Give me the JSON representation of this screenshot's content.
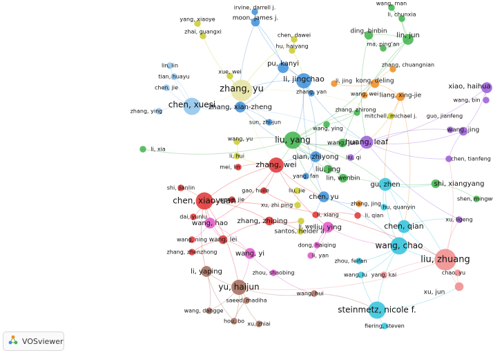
{
  "app": {
    "brand": "VOSviewer"
  },
  "network": {
    "clusters": {
      "red": "#e03131",
      "green": "#40b34a",
      "blue": "#3e8fd8",
      "yellow": "#c9cc2e",
      "purple": "#9a5bd6",
      "cyan": "#2fc2db",
      "orange": "#f08c1f",
      "brown": "#a26a58",
      "pink": "#e055c8",
      "salmon": "#f08a8a",
      "lightblue": "#8ec3ea",
      "lightyellow": "#e6e3a0"
    },
    "nodes": [
      {
        "label": "wang, man",
        "cluster": "green",
        "weight": 1
      },
      {
        "label": "li, chunxia",
        "cluster": "green",
        "weight": 1
      },
      {
        "label": "irvine, darrell j.",
        "cluster": "blue",
        "weight": 1
      },
      {
        "label": "yang, xiaoye",
        "cluster": "yellow",
        "weight": 1
      },
      {
        "label": "moon, james j.",
        "cluster": "blue",
        "weight": 2
      },
      {
        "label": "zhai, guangxi",
        "cluster": "yellow",
        "weight": 1
      },
      {
        "label": "chen, dawei",
        "cluster": "yellow",
        "weight": 1
      },
      {
        "label": "ding, binbin",
        "cluster": "green",
        "weight": 2
      },
      {
        "label": "lin, jun",
        "cluster": "green",
        "weight": 3
      },
      {
        "label": "hu, haiyang",
        "cluster": "yellow",
        "weight": 1
      },
      {
        "label": "ma, ping'an",
        "cluster": "green",
        "weight": 1
      },
      {
        "label": "zhang, chuangnian",
        "cluster": "orange",
        "weight": 1
      },
      {
        "label": "lin, lin",
        "cluster": "lightblue",
        "weight": 1
      },
      {
        "label": "tian, huayu",
        "cluster": "lightblue",
        "weight": 1
      },
      {
        "label": "xue, wei",
        "cluster": "yellow",
        "weight": 1
      },
      {
        "label": "pu, kanyi",
        "cluster": "blue",
        "weight": 3
      },
      {
        "label": "li, jingchao",
        "cluster": "blue",
        "weight": 5
      },
      {
        "label": "li, jing",
        "cluster": "orange",
        "weight": 1
      },
      {
        "label": "kong, deling",
        "cluster": "orange",
        "weight": 2
      },
      {
        "label": "xiao, haihua",
        "cluster": "purple",
        "weight": 3
      },
      {
        "label": "chen, jie",
        "cluster": "lightblue",
        "weight": 1
      },
      {
        "label": "zhang, yu",
        "cluster": "lightyellow",
        "weight": 8
      },
      {
        "label": "zhang, yan",
        "cluster": "blue",
        "weight": 1
      },
      {
        "label": "wang, wei",
        "cluster": "orange",
        "weight": 1
      },
      {
        "label": "liang, xing-jie",
        "cluster": "orange",
        "weight": 2
      },
      {
        "label": "wang, bin",
        "cluster": "purple",
        "weight": 1
      },
      {
        "label": "chen, xuesi",
        "cluster": "lightblue",
        "weight": 6
      },
      {
        "label": "zhang, xian-zheng",
        "cluster": "blue",
        "weight": 3
      },
      {
        "label": "zhang, zhirong",
        "cluster": "green",
        "weight": 1
      },
      {
        "label": "zhang, ying",
        "cluster": "lightblue",
        "weight": 1
      },
      {
        "label": "mitchell, michael j.",
        "cluster": "yellow",
        "weight": 1
      },
      {
        "label": "sun, zhi-jun",
        "cluster": "blue",
        "weight": 1
      },
      {
        "label": "wang, ying",
        "cluster": "green",
        "weight": 1
      },
      {
        "label": "guo, jianfeng",
        "cluster": "purple",
        "weight": 1
      },
      {
        "label": "wang, jing",
        "cluster": "purple",
        "weight": 2
      },
      {
        "label": "wang, yu",
        "cluster": "yellow",
        "weight": 1
      },
      {
        "label": "liu, yang",
        "cluster": "green",
        "weight": 6
      },
      {
        "label": "wang, jun",
        "cluster": "green",
        "weight": 2
      },
      {
        "label": "huang, leaf",
        "cluster": "purple",
        "weight": 4
      },
      {
        "label": "li, xia",
        "cluster": "green",
        "weight": 1
      },
      {
        "label": "li, hui",
        "cluster": "yellow",
        "weight": 1
      },
      {
        "label": "qian, zhiyong",
        "cluster": "blue",
        "weight": 3
      },
      {
        "label": "liu, qi",
        "cluster": "purple",
        "weight": 1
      },
      {
        "label": "chen, tianfeng",
        "cluster": "purple",
        "weight": 1
      },
      {
        "label": "mei, lin",
        "cluster": "red",
        "weight": 1
      },
      {
        "label": "zhang, wei",
        "cluster": "red",
        "weight": 5
      },
      {
        "label": "liu, jing",
        "cluster": "green",
        "weight": 2
      },
      {
        "label": "yang, fan",
        "cluster": "blue",
        "weight": 1
      },
      {
        "label": "lin, wenbin",
        "cluster": "green",
        "weight": 2
      },
      {
        "label": "gu, zhen",
        "cluster": "cyan",
        "weight": 4
      },
      {
        "label": "shi, xiangyang",
        "cluster": "green",
        "weight": 2
      },
      {
        "label": "shi, jianlin",
        "cluster": "red",
        "weight": 1
      },
      {
        "label": "gao, huile",
        "cluster": "red",
        "weight": 1
      },
      {
        "label": "liu, jie",
        "cluster": "yellow",
        "weight": 1
      },
      {
        "label": "chen, xiaoyuan",
        "cluster": "red",
        "weight": 6
      },
      {
        "label": "wang, jie",
        "cluster": "red",
        "weight": 1
      },
      {
        "label": "xu, zhi ping",
        "cluster": "yellow",
        "weight": 1
      },
      {
        "label": "chen, yu",
        "cluster": "blue",
        "weight": 3
      },
      {
        "label": "zhang, jing",
        "cluster": "orange",
        "weight": 1
      },
      {
        "label": "hu, quanyin",
        "cluster": "cyan",
        "weight": 1
      },
      {
        "label": "shen, mingwu",
        "cluster": "green",
        "weight": 1
      },
      {
        "label": "dai, yunlu",
        "cluster": "red",
        "weight": 1
      },
      {
        "label": "li, xiang",
        "cluster": "red",
        "weight": 1
      },
      {
        "label": "li, qian",
        "cluster": "red",
        "weight": 1
      },
      {
        "label": "zhang, zhiping",
        "cluster": "red",
        "weight": 2
      },
      {
        "label": "li, wei",
        "cluster": "yellow",
        "weight": 1
      },
      {
        "label": "xu, ligeng",
        "cluster": "purple",
        "weight": 1
      },
      {
        "label": "wang, hao",
        "cluster": "pink",
        "weight": 3
      },
      {
        "label": "liu, ying",
        "cluster": "pink",
        "weight": 3
      },
      {
        "label": "chen, qian",
        "cluster": "cyan",
        "weight": 4
      },
      {
        "label": "santos, helder a.",
        "cluster": "yellow",
        "weight": 1
      },
      {
        "label": "wang, ning",
        "cluster": "red",
        "weight": 1
      },
      {
        "label": "wang, lei",
        "cluster": "red",
        "weight": 2
      },
      {
        "label": "dong, haiqing",
        "cluster": "pink",
        "weight": 1
      },
      {
        "label": "zhang, zhenzhong",
        "cluster": "red",
        "weight": 1
      },
      {
        "label": "wang, chao",
        "cluster": "cyan",
        "weight": 6
      },
      {
        "label": "wang, yi",
        "cluster": "pink",
        "weight": 3
      },
      {
        "label": "li, yan",
        "cluster": "pink",
        "weight": 1
      },
      {
        "label": "zhou, feifan",
        "cluster": "cyan",
        "weight": 1
      },
      {
        "label": "liu, zhuang",
        "cluster": "salmon",
        "weight": 8
      },
      {
        "label": "li, yaping",
        "cluster": "brown",
        "weight": 3
      },
      {
        "label": "zhou, shaobing",
        "cluster": "pink",
        "weight": 1
      },
      {
        "label": "wang, lu",
        "cluster": "cyan",
        "weight": 1
      },
      {
        "label": "yang, kai",
        "cluster": "salmon",
        "weight": 1
      },
      {
        "label": "chao, yu",
        "cluster": "salmon",
        "weight": 1
      },
      {
        "label": "yu, haijun",
        "cluster": "brown",
        "weight": 5
      },
      {
        "label": "xu, jun",
        "cluster": "salmon",
        "weight": 2
      },
      {
        "label": "saeed, madiha",
        "cluster": "brown",
        "weight": 1
      },
      {
        "label": "wang, hui",
        "cluster": "brown",
        "weight": 1
      },
      {
        "label": "steinmetz, nicole f.",
        "cluster": "cyan",
        "weight": 6
      },
      {
        "label": "wang, dangge",
        "cluster": "brown",
        "weight": 1
      },
      {
        "label": "hou, bo",
        "cluster": "brown",
        "weight": 1
      },
      {
        "label": "xu, zhiai",
        "cluster": "brown",
        "weight": 1
      },
      {
        "label": "fiering, steven",
        "cluster": "cyan",
        "weight": 1
      }
    ],
    "links": [
      [
        "wang, man",
        "li, chunxia"
      ],
      [
        "wang, man",
        "lin, jun"
      ],
      [
        "li, chunxia",
        "lin, jun"
      ],
      [
        "ding, binbin",
        "lin, jun"
      ],
      [
        "ding, binbin",
        "ma, ping'an"
      ],
      [
        "lin, jun",
        "ma, ping'an"
      ],
      [
        "ding, binbin",
        "huang, leaf"
      ],
      [
        "lin, jun",
        "liu, yang"
      ],
      [
        "lin, jun",
        "wang, jun"
      ],
      [
        "irvine, darrell j.",
        "moon, james j."
      ],
      [
        "moon, james j.",
        "li, jingchao"
      ],
      [
        "moon, james j.",
        "pu, kanyi"
      ],
      [
        "moon, james j.",
        "zhang, xian-zheng"
      ],
      [
        "pu, kanyi",
        "li, jingchao"
      ],
      [
        "li, jingchao",
        "zhang, yan"
      ],
      [
        "li, jingchao",
        "qian, zhiyong"
      ],
      [
        "li, jingchao",
        "chen, yu"
      ],
      [
        "pu, kanyi",
        "zhang, xian-zheng"
      ],
      [
        "li, jingchao",
        "huang, leaf"
      ],
      [
        "li, jingchao",
        "liu, yang"
      ],
      [
        "li, jingchao",
        "zhang, yu"
      ],
      [
        "chen, dawei",
        "hu, haiyang"
      ],
      [
        "chen, dawei",
        "zhang, yu"
      ],
      [
        "hu, haiyang",
        "li, jingchao"
      ],
      [
        "zhai, guangxi",
        "zhang, yu"
      ],
      [
        "yang, xiaoye",
        "zhai, guangxi"
      ],
      [
        "xue, wei",
        "zhang, yu"
      ],
      [
        "zhang, yu",
        "zhang, xian-zheng"
      ],
      [
        "zhang, yu",
        "liu, yang"
      ],
      [
        "zhang, yu",
        "chen, xuesi"
      ],
      [
        "zhang, yu",
        "zhang, wei"
      ],
      [
        "zhang, yu",
        "mitchell, michael j."
      ],
      [
        "lin, lin",
        "chen, xuesi"
      ],
      [
        "tian, huayu",
        "chen, xuesi"
      ],
      [
        "chen, jie",
        "chen, xuesi"
      ],
      [
        "zhang, ying",
        "chen, xuesi"
      ],
      [
        "chen, xuesi",
        "zhang, xian-zheng"
      ],
      [
        "chen, xuesi",
        "huang, leaf"
      ],
      [
        "zhang, chuangnian",
        "kong, deling"
      ],
      [
        "kong, deling",
        "li, jing"
      ],
      [
        "kong, deling",
        "wang, wei"
      ],
      [
        "kong, deling",
        "liang, xing-jie"
      ],
      [
        "liang, xing-jie",
        "wang, wei"
      ],
      [
        "liang, xing-jie",
        "huang, leaf"
      ],
      [
        "liang, xing-jie",
        "gu, zhen"
      ],
      [
        "liang, xing-jie",
        "chen, qian"
      ],
      [
        "xiao, haihua",
        "wang, bin"
      ],
      [
        "xiao, haihua",
        "huang, leaf"
      ],
      [
        "huang, leaf",
        "wang, jing"
      ],
      [
        "huang, leaf",
        "guo, jianfeng"
      ],
      [
        "huang, leaf",
        "xu, ligeng"
      ],
      [
        "huang, leaf",
        "liu, yang"
      ],
      [
        "huang, leaf",
        "chen, tianfeng"
      ],
      [
        "huang, leaf",
        "liu, qi"
      ],
      [
        "wang, jing",
        "guo, jianfeng"
      ],
      [
        "zhang, xian-zheng",
        "sun, zhi-jun"
      ],
      [
        "zhang, xian-zheng",
        "qian, zhiyong"
      ],
      [
        "zhang, zhirong",
        "wang, ying"
      ],
      [
        "zhang, zhirong",
        "liu, yang"
      ],
      [
        "wang, ying",
        "liu, yang"
      ],
      [
        "liu, yang",
        "wang, jun"
      ],
      [
        "liu, yang",
        "zhang, wei"
      ],
      [
        "liu, yang",
        "qian, zhiyong"
      ],
      [
        "liu, yang",
        "li, xia"
      ],
      [
        "liu, yang",
        "liu, jing"
      ],
      [
        "liu, yang",
        "lin, wenbin"
      ],
      [
        "liu, yang",
        "wang, yu"
      ],
      [
        "liu, yang",
        "gu, zhen"
      ],
      [
        "liu, yang",
        "chen, yu"
      ],
      [
        "wang, yu",
        "li, hui"
      ],
      [
        "li, hui",
        "zhang, wei"
      ],
      [
        "qian, zhiyong",
        "yang, fan"
      ],
      [
        "qian, zhiyong",
        "zhang, wei"
      ],
      [
        "liu, jing",
        "lin, wenbin"
      ],
      [
        "liu, jing",
        "shi, xiangyang"
      ],
      [
        "shi, xiangyang",
        "shen, mingwu"
      ],
      [
        "gu, zhen",
        "hu, quanyin"
      ],
      [
        "gu, zhen",
        "chen, qian"
      ],
      [
        "gu, zhen",
        "wang, chao"
      ],
      [
        "gu, zhen",
        "liu, zhuang"
      ],
      [
        "gu, zhen",
        "shi, xiangyang"
      ],
      [
        "mei, lin",
        "zhang, wei"
      ],
      [
        "zhang, wei",
        "chen, xiaoyuan"
      ],
      [
        "zhang, wei",
        "gao, huile"
      ],
      [
        "zhang, wei",
        "chen, yu"
      ],
      [
        "zhang, wei",
        "wang, hao"
      ],
      [
        "zhang, wei",
        "liu, ying"
      ],
      [
        "shi, jianlin",
        "chen, xiaoyuan"
      ],
      [
        "chen, xiaoyuan",
        "wang, jie"
      ],
      [
        "chen, xiaoyuan",
        "dai, yunlu"
      ],
      [
        "chen, xiaoyuan",
        "wang, hao"
      ],
      [
        "chen, xiaoyuan",
        "zhang, zhiping"
      ],
      [
        "chen, xiaoyuan",
        "wang, lei"
      ],
      [
        "chen, xiaoyuan",
        "yu, haijun"
      ],
      [
        "chen, xiaoyuan",
        "li, yaping"
      ],
      [
        "chen, xiaoyuan",
        "liu, zhuang"
      ],
      [
        "gao, huile",
        "xu, zhi ping"
      ],
      [
        "liu, jie",
        "xu, zhi ping"
      ],
      [
        "chen, yu",
        "zhang, jing"
      ],
      [
        "chen, yu",
        "wang, chao"
      ],
      [
        "chen, yu",
        "li, xiang"
      ],
      [
        "li, xiang",
        "li, qian"
      ],
      [
        "zhang, zhiping",
        "li, wei"
      ],
      [
        "zhang, zhiping",
        "santos, helder a."
      ],
      [
        "zhang, zhiping",
        "wang, lei"
      ],
      [
        "wang, hao",
        "wang, ning"
      ],
      [
        "wang, hao",
        "wang, lei"
      ],
      [
        "wang, hao",
        "wang, yi"
      ],
      [
        "wang, lei",
        "zhang, zhenzhong"
      ],
      [
        "wang, lei",
        "wang, yi"
      ],
      [
        "liu, ying",
        "dong, haiqing"
      ],
      [
        "liu, ying",
        "li, yan"
      ],
      [
        "liu, ying",
        "wang, chao"
      ],
      [
        "chen, qian",
        "wang, chao"
      ],
      [
        "chen, qian",
        "liu, zhuang"
      ],
      [
        "chen, qian",
        "xu, ligeng"
      ],
      [
        "wang, chao",
        "liu, zhuang"
      ],
      [
        "wang, chao",
        "zhou, feifan"
      ],
      [
        "wang, chao",
        "steinmetz, nicole f."
      ],
      [
        "wang, chao",
        "wang, lu"
      ],
      [
        "liu, zhuang",
        "yang, kai"
      ],
      [
        "liu, zhuang",
        "chao, yu"
      ],
      [
        "liu, zhuang",
        "xu, jun"
      ],
      [
        "liu, zhuang",
        "xu, ligeng"
      ],
      [
        "liu, zhuang",
        "chen, tianfeng"
      ],
      [
        "liu, zhuang",
        "yu, haijun"
      ],
      [
        "wang, yi",
        "zhou, shaobing"
      ],
      [
        "wang, yi",
        "yu, haijun"
      ],
      [
        "li, yaping",
        "yu, haijun"
      ],
      [
        "li, yaping",
        "wang, dangge"
      ],
      [
        "li, yaping",
        "hou, bo"
      ],
      [
        "yu, haijun",
        "saeed, madiha"
      ],
      [
        "yu, haijun",
        "wang, hui"
      ],
      [
        "yu, haijun",
        "hou, bo"
      ],
      [
        "yu, haijun",
        "xu, zhiai"
      ],
      [
        "yu, haijun",
        "wang, dangge"
      ],
      [
        "saeed, madiha",
        "hou, bo"
      ],
      [
        "wang, hui",
        "steinmetz, nicole f."
      ],
      [
        "steinmetz, nicole f.",
        "fiering, steven"
      ],
      [
        "steinmetz, nicole f.",
        "wang, lu"
      ],
      [
        "steinmetz, nicole f.",
        "xu, jun"
      ],
      [
        "xu, jun",
        "chao, yu"
      ],
      [
        "zhou, shaobing",
        "wang, hui"
      ],
      [
        "xiao, haihua",
        "wang, jing"
      ],
      [
        "wang, jing",
        "chen, tianfeng"
      ]
    ]
  }
}
